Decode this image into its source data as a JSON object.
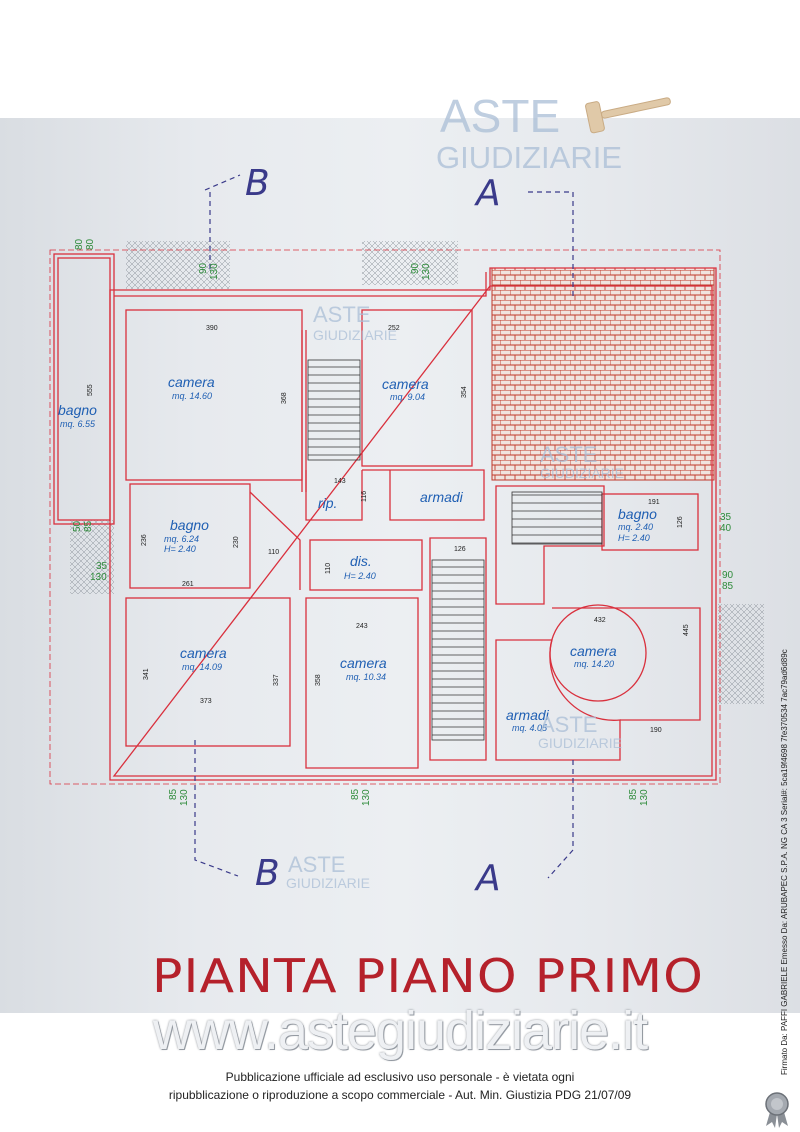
{
  "watermarks": {
    "aste": "ASTE",
    "giudiziarie": "GIUDIZIARIE",
    "giudiziarie_small": "GIUDIZIARIE",
    "colors": {
      "watermark": "#a9bdd6",
      "hammer": "#e0c9a8"
    }
  },
  "plan": {
    "title": "PIANTA PIANO PRIMO",
    "sections": {
      "b": "B",
      "a": "A"
    },
    "colors": {
      "walls": "#d9303d",
      "labels": "#1f5fb3",
      "dims_green": "#2e8b3a",
      "roof": "#c0392b",
      "title": "#b5212b"
    },
    "rooms": [
      {
        "name": "camera",
        "area": "mq. 14.60"
      },
      {
        "name": "camera",
        "area": "mq. 9.04"
      },
      {
        "name": "bagno",
        "area": "mq. 6.55"
      },
      {
        "name": "rip.",
        "area": ""
      },
      {
        "name": "armadi",
        "area": ""
      },
      {
        "name": "bagno",
        "area": "mq. 6.24",
        "height": "H= 2.40"
      },
      {
        "name": "dis.",
        "area": "",
        "height": "H= 2.40"
      },
      {
        "name": "bagno",
        "area": "mq. 2.40",
        "height": "H= 2.40"
      },
      {
        "name": "camera",
        "area": "mq. 14.09"
      },
      {
        "name": "camera",
        "area": "mq. 10.34"
      },
      {
        "name": "camera",
        "area": "mq. 14.20"
      },
      {
        "name": "armadi",
        "area": "mq. 4.05"
      }
    ],
    "dimensions": {
      "d390": "390",
      "d252": "252",
      "d555": "555",
      "d368": "368",
      "d354": "354",
      "d143": "143",
      "d116": "116",
      "d236": "236",
      "d230": "230",
      "d110a": "110",
      "d110b": "110",
      "d126a": "126",
      "d191": "191",
      "d126b": "126",
      "d261": "261",
      "d243": "243",
      "d341": "341",
      "d337": "337",
      "d358": "358",
      "d373": "373",
      "d432": "432",
      "d445": "445",
      "d190": "190"
    },
    "window_dims": {
      "w1": [
        "80",
        "80"
      ],
      "w2": [
        "90",
        "130"
      ],
      "w3": [
        "90",
        "130"
      ],
      "w4": [
        "50",
        "85"
      ],
      "w5": [
        "35",
        "130"
      ],
      "w6": [
        "35",
        "40"
      ],
      "w7": [
        "90",
        "85"
      ],
      "w8": [
        "85",
        "130"
      ],
      "w9": [
        "85",
        "130"
      ],
      "w10": [
        "85",
        "130"
      ]
    }
  },
  "footer": {
    "website": "www.astegiudiziarie.it",
    "notice_line1": "Pubblicazione ufficiale ad esclusivo uso personale - è vietata ogni",
    "notice_line2": "ripubblicazione o riproduzione a scopo commerciale - Aut. Min. Giustizia PDG 21/07/09",
    "signature": "Firmato Da: PAFFI GABRIELE Emesso Da: ARUBAPEC S.P.A. NG CA 3 Serial#: 5ca19f4698 7fe370534 7ac79ad6d89c",
    "seal_icon": "award-seal-icon"
  }
}
